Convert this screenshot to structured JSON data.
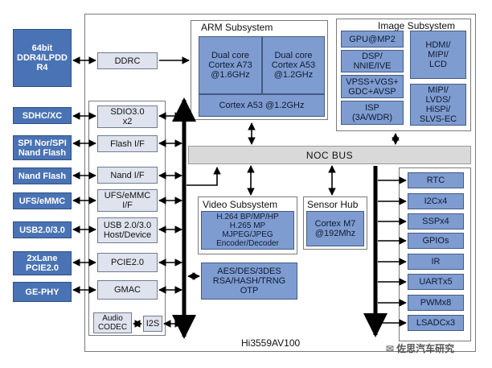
{
  "external": {
    "ddr": "64bit\nDDR4/LPDD\nR4",
    "sdhc": "SDHC/XC",
    "spi": "SPI Nor/SPI\nNand Flash",
    "nand": "Nand Flash",
    "ufs": "UFS/eMMC",
    "usb": "USB2.0/3.0",
    "pcie": "2xLane\nPCIE2.0",
    "gephy": "GE-PHY"
  },
  "left": {
    "ddrc": "DDRC",
    "sdio": "SDIO3.0\nx2",
    "flash_if": "Flash I/F",
    "nand_if": "Nand I/F",
    "ufs_if": "UFS/eMMC\nI/F",
    "usb_host": "USB 2.0/3.0\nHost/Device",
    "pcie2": "PCIE2.0",
    "gmac": "GMAC",
    "audio_codec": "Audio\nCODEC",
    "i2s": "I2S"
  },
  "arm": {
    "title": "ARM Subsystem",
    "a73": "Dual core\nCortex A73\n@1.6GHz",
    "a53": "Dual core\nCortex A53\n@1.2GHz",
    "a53_single": "Cortex A53 @1.2GHz"
  },
  "image": {
    "title": "Image Subsystem",
    "gpu": "GPU@MP2",
    "dsp": "DSP/\nNNIE/IVE",
    "vpss": "VPSS+VGS+\nGDC+AVSP",
    "isp": "ISP\n(3A/WDR)",
    "hdmi": "HDMI/\nMIPI/\nLCD",
    "mipi": "MIPI/\nLVDS/\nHiSPi/\nSLVS-EC"
  },
  "noc": "NOC BUS",
  "video": {
    "title": "Video Subsystem",
    "body": "H.264 BP/MP/HP\nH.265 MP\nMJPEG/JPEG\nEncoder/Decoder"
  },
  "sensor": {
    "title": "Sensor Hub",
    "body": "Cortex M7\n@192Mhz"
  },
  "crypto": "AES/DES/3DES\nRSA/HASH/TRNG\nOTP",
  "peripherals": [
    "RTC",
    "I2Cx4",
    "SSPx4",
    "GPIOs",
    "IR",
    "UARTx5",
    "PWMx8",
    "LSADCx3"
  ],
  "chip_name": "Hi3559AV100",
  "watermark": "佐思汽车研究",
  "colors": {
    "external_blue": "#4a73b5",
    "core_blue": "#7f9cd0",
    "block_gray": "#dfe3ee",
    "bus_gray": "#d9d9d9"
  }
}
